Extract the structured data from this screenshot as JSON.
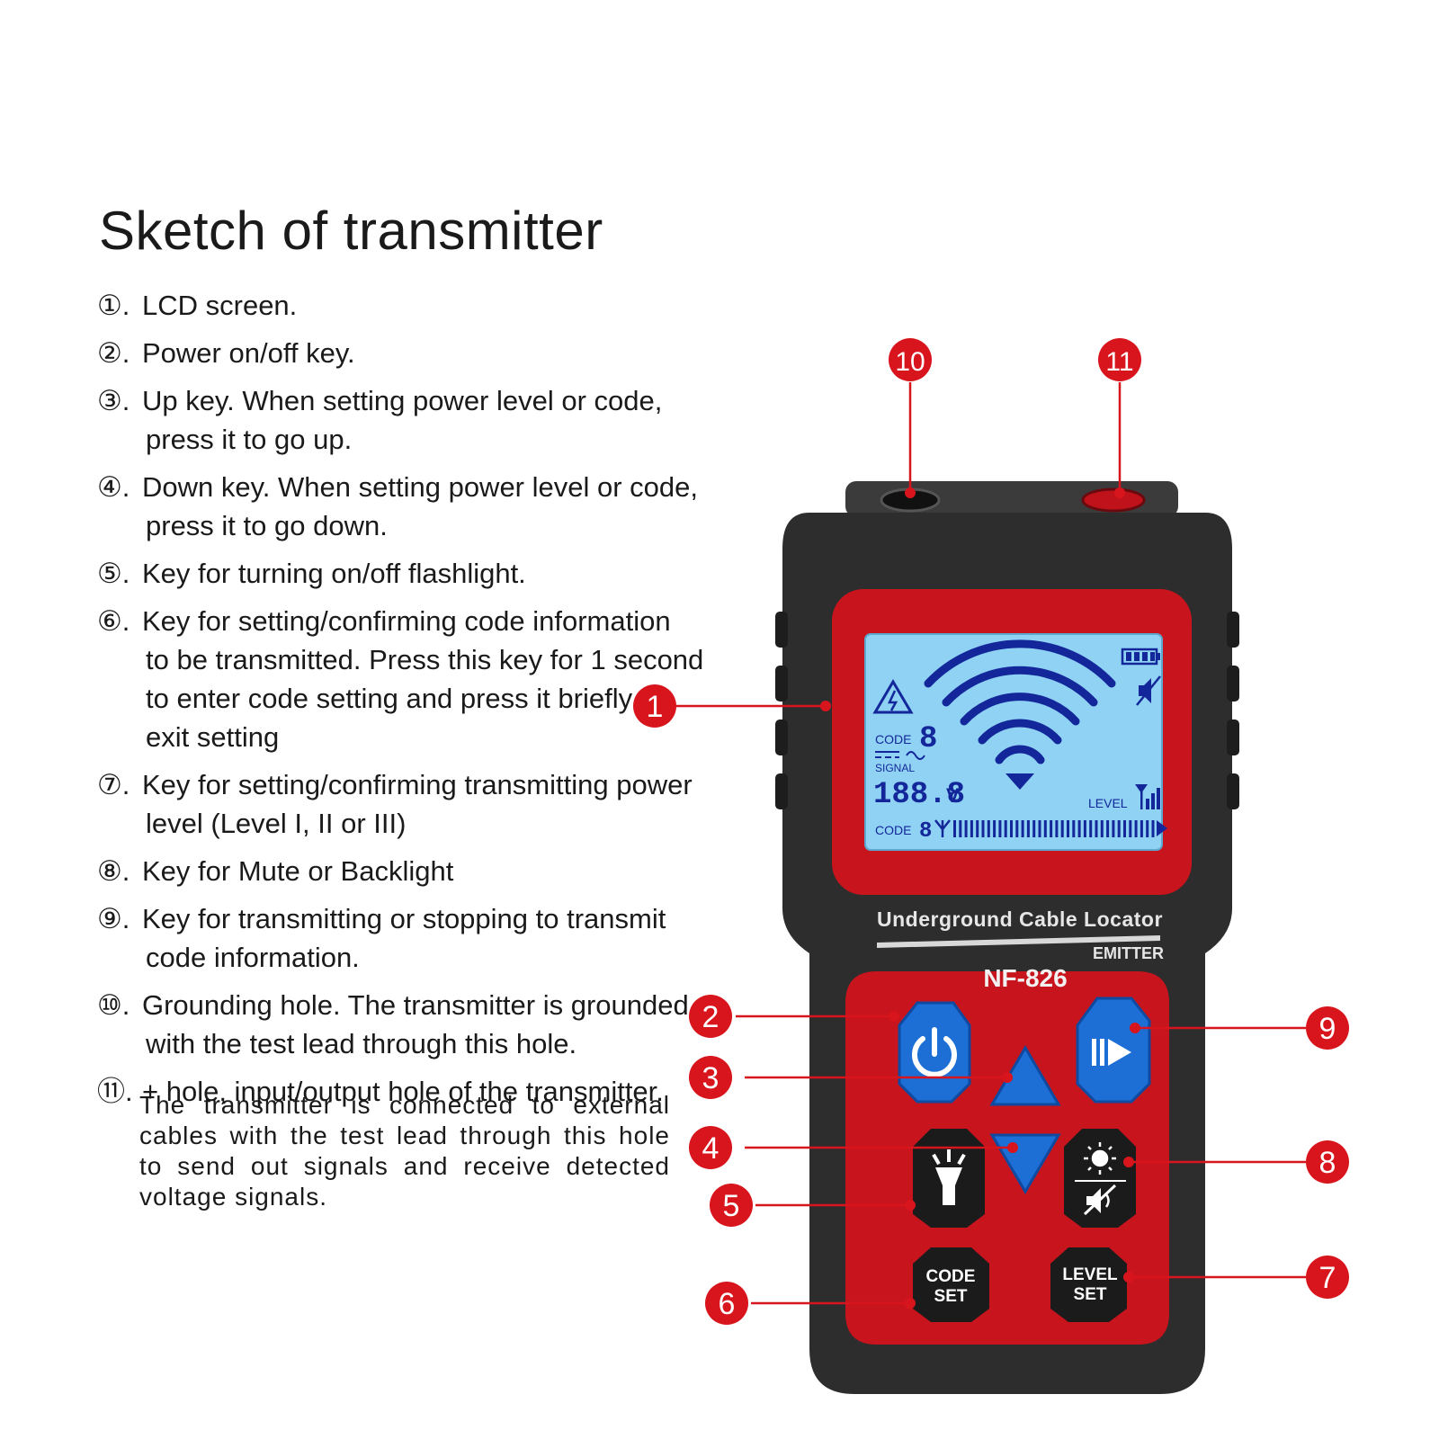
{
  "title": "Sketch of transmitter",
  "items": [
    {
      "num": "①.",
      "lines": [
        "LCD screen."
      ]
    },
    {
      "num": "②.",
      "lines": [
        "Power on/off key."
      ]
    },
    {
      "num": "③.",
      "lines": [
        "Up key. When setting power level or code,",
        "press it to go up."
      ]
    },
    {
      "num": "④.",
      "lines": [
        "Down key. When setting power level or code,",
        "press it to go down."
      ]
    },
    {
      "num": "⑤.",
      "lines": [
        "Key for turning on/off flashlight."
      ]
    },
    {
      "num": "⑥.",
      "lines": [
        "Key for setting/confirming code information",
        "to be transmitted. Press this key for 1 second",
        "to enter code setting and press it briefly to",
        "exit setting"
      ]
    },
    {
      "num": "⑦.",
      "lines": [
        "Key for setting/confirming transmitting power",
        "level (Level I, II or III)"
      ]
    },
    {
      "num": "⑧.",
      "lines": [
        "Key for Mute or Backlight"
      ]
    },
    {
      "num": "⑨.",
      "lines": [
        "Key for transmitting or stopping to transmit",
        "code information."
      ]
    },
    {
      "num": "⑩.",
      "lines": [
        "Grounding hole. The transmitter is grounded",
        "with the test lead through this hole."
      ]
    },
    {
      "num": "⑪.",
      "lines": [
        "+ hole, input/output hole of the transmitter."
      ]
    }
  ],
  "note": "The transmitter is connected to external cables with the test lead through this hole to send out signals and receive detected voltage signals.",
  "device": {
    "label_top": "Underground Cable Locator",
    "label_emitter": "EMITTER",
    "model": "NF-826",
    "lcd": {
      "code_label": "CODE",
      "code_value": "8",
      "signal_label": "SIGNAL",
      "signal_value": "188.8",
      "signal_unit": "V",
      "level_label": "LEVEL",
      "bottom_code_label": "CODE",
      "bottom_code_value": "8"
    },
    "keys": {
      "code_set": [
        "CODE",
        "SET"
      ],
      "level_set": [
        "LEVEL",
        "SET"
      ]
    }
  },
  "callouts": [
    "1",
    "2",
    "3",
    "4",
    "5",
    "6",
    "7",
    "8",
    "9",
    "10",
    "11"
  ],
  "colors": {
    "callout_red": "#d8151c",
    "body_dark": "#2d2d2e",
    "panel_red": "#c8141c",
    "lcd_blue": "#8fd2f3",
    "key_blue": "#1d6fd6"
  }
}
